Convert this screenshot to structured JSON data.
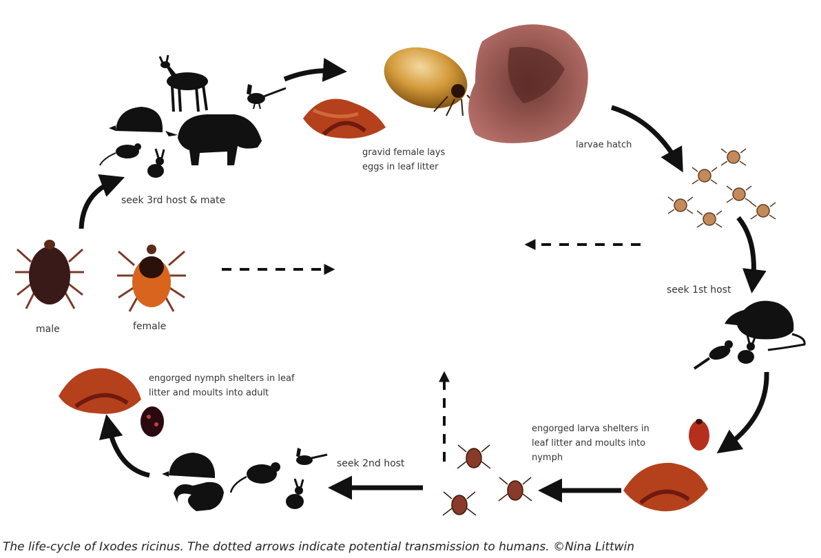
{
  "labels": {
    "gravid_female": "gravid female lays\neggs in leaf litter",
    "larvae_hatch": "larvae hatch",
    "seek_1st_host": "seek 1st host",
    "engorged_larva": "engorged larva shelters in\nleaf litter and moults into\nnymph",
    "seek_2nd_host": "seek 2nd host",
    "engorged_nymph": "engorged nymph shelters in leaf\nlitter and moults into adult",
    "male": "male",
    "female": "female",
    "seek_3rd_host": "seek 3rd host & mate"
  },
  "caption": "The life-cycle of Ixodes ricinus. The dotted arrows indicate potential transmission to humans. ©Nina Littwin",
  "colors": {
    "arrow": "#111111",
    "leaf_red": "#b5401c",
    "leaf_dark": "#6e1a10",
    "egg_mass": "#a0574e",
    "tick_body": "#7a3a2a",
    "female_scutum": "#d9641e"
  }
}
